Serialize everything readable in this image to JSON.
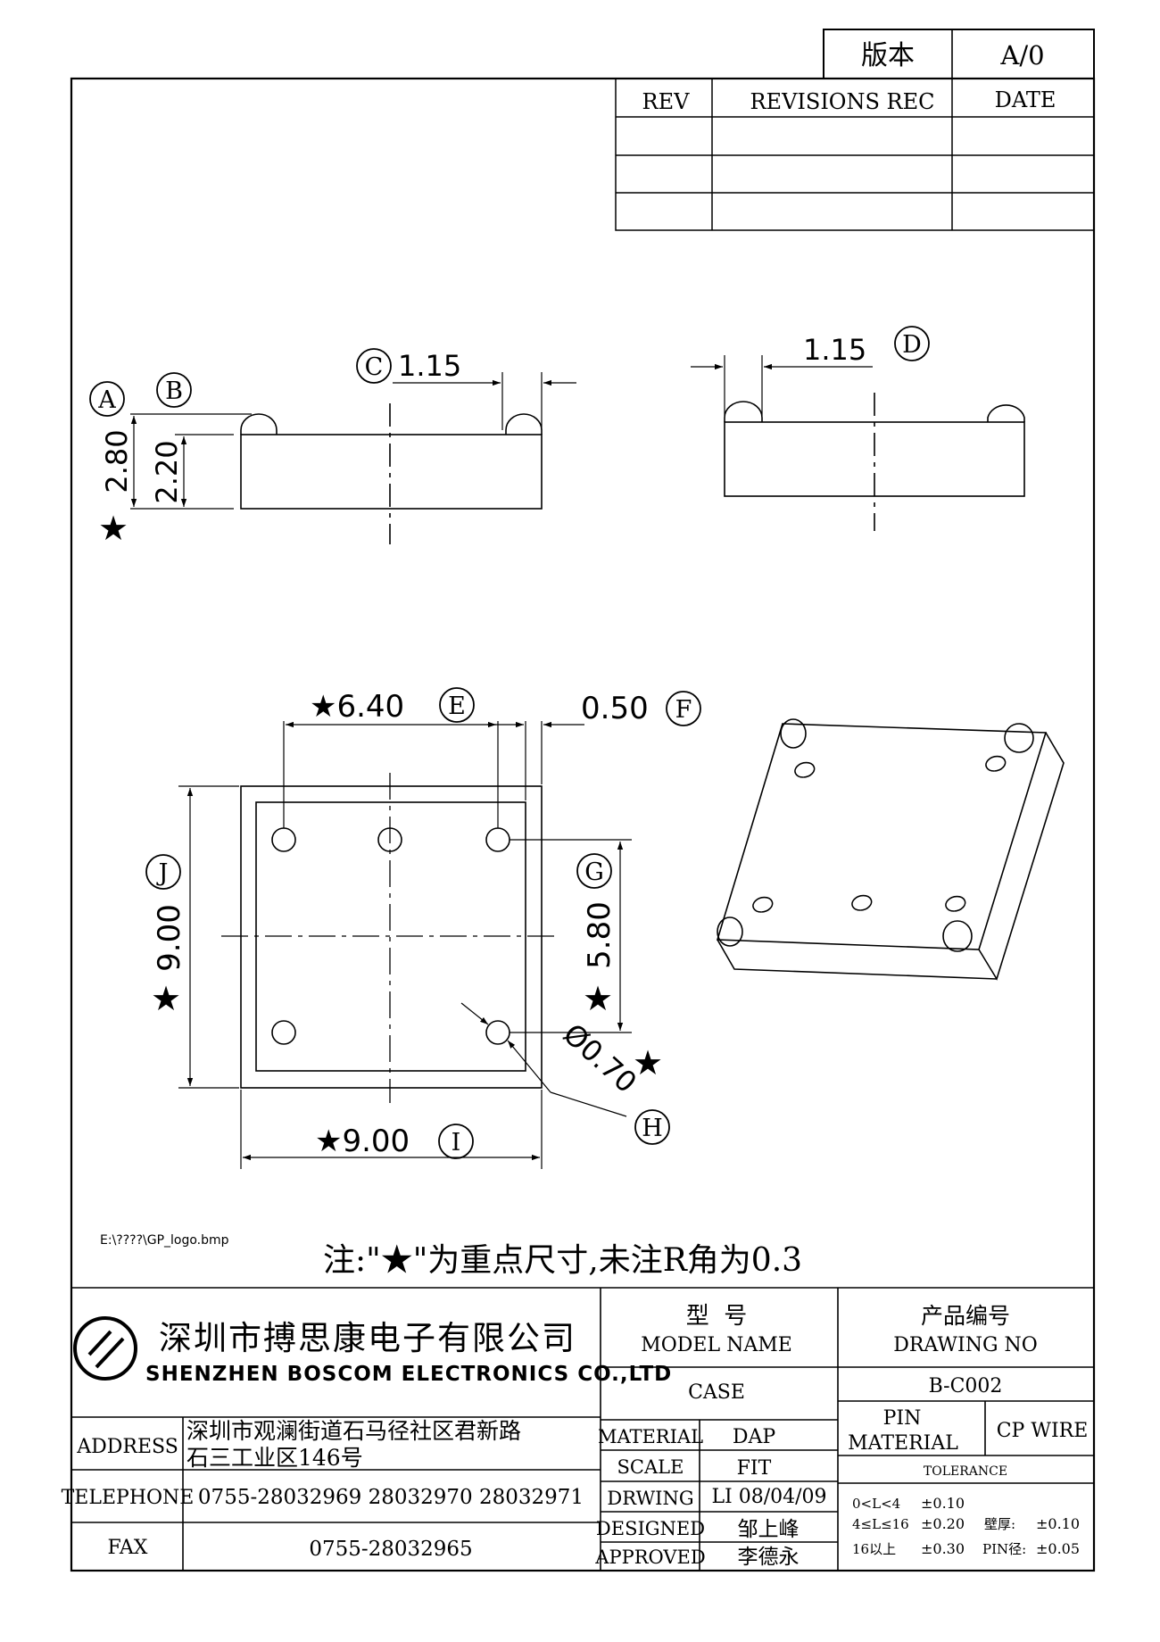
{
  "version_box": {
    "label": "版本",
    "value": "A/0"
  },
  "revision_table": {
    "headers": [
      "REV",
      "REVISIONS REC",
      "DATE"
    ]
  },
  "side_view_left": {
    "label_a": "A",
    "label_b": "B",
    "label_c": "C",
    "dim_width": "1.15",
    "dim_height_total": "2.80",
    "dim_height_body": "2.20",
    "star": "★"
  },
  "side_view_right": {
    "label_d": "D",
    "dim_width": "1.15"
  },
  "top_view": {
    "dim_e": "★6.40",
    "label_e": "E",
    "dim_f": "0.50",
    "label_f": "F",
    "label_g": "G",
    "dim_g": "5.80",
    "star_g": "★",
    "label_j": "J",
    "dim_j": "9.00",
    "star_j": "★",
    "dim_h": "Ø0.70",
    "star_h": "★",
    "label_h": "H",
    "dim_i": "★9.00",
    "label_i": "I"
  },
  "logo_path": "E:\\????\\GP_logo.bmp",
  "note": "注:\"★\"为重点尺寸,未注R角为0.3",
  "company": {
    "name_cn": "深圳市搏思康电子有限公司",
    "name_en": "SHENZHEN BOSCOM ELECTRONICS CO.,LTD"
  },
  "contact": {
    "address_label": "ADDRESS",
    "address_line1": "深圳市观澜街道石马径社区君新路",
    "address_line2": "石三工业区146号",
    "telephone_label": "TELEPHONE",
    "telephone": "0755-28032969 28032970 28032971",
    "fax_label": "FAX",
    "fax": "0755-28032965"
  },
  "model": {
    "label_cn": "型  号",
    "label_en": "MODEL NAME",
    "value": "CASE"
  },
  "drawing_no": {
    "label_cn": "产品编号",
    "label_en": "DRAWING NO",
    "value": "B-C002"
  },
  "details": {
    "material_label": "MATERIAL",
    "material": "DAP",
    "scale_label": "SCALE",
    "scale": "FIT",
    "drwing_label": "DRWING",
    "drwing": "LI 08/04/09",
    "designed_label": "DESIGNED",
    "designed": "邹上峰",
    "approved_label": "APPROVED",
    "approved": "李德永"
  },
  "pin": {
    "label_1": "PIN",
    "label_2": "MATERIAL",
    "value": "CP WIRE"
  },
  "tolerance": {
    "title": "TOLERANCE",
    "row1_range": "0<L<4",
    "row1_value": "±0.10",
    "row2_range": "4≤L≤16",
    "row2_value": "±0.20",
    "wall_label": "壁厚:",
    "wall_value": "±0.10",
    "row3_range": "16以上",
    "row3_value": "±0.30",
    "pin_label": "PIN径:",
    "pin_value": "±0.05"
  }
}
